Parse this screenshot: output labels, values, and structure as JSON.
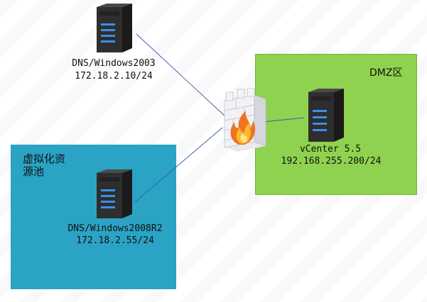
{
  "zones": {
    "virtual_pool": {
      "title": "虚拟化资源池",
      "color": "#2ba3c4"
    },
    "dmz": {
      "title": "DMZ区",
      "color": "#8fd24f"
    }
  },
  "nodes": {
    "dns_2003": {
      "icon": "server-tower-icon",
      "name": "DNS/Windows2003",
      "ip": "172.18.2.10/24"
    },
    "dns_2008": {
      "icon": "server-tower-icon",
      "name": "DNS/Windows2008R2",
      "ip": "172.18.2.55/24"
    },
    "vcenter": {
      "icon": "server-tower-icon",
      "name": "vCenter 5.5",
      "ip": "192.168.255.200/24"
    },
    "firewall": {
      "icon": "firewall-icon"
    }
  },
  "colors": {
    "link": "#3b5aa8",
    "server_body": "#2a2a2a",
    "server_led": "#3a8fe8"
  }
}
